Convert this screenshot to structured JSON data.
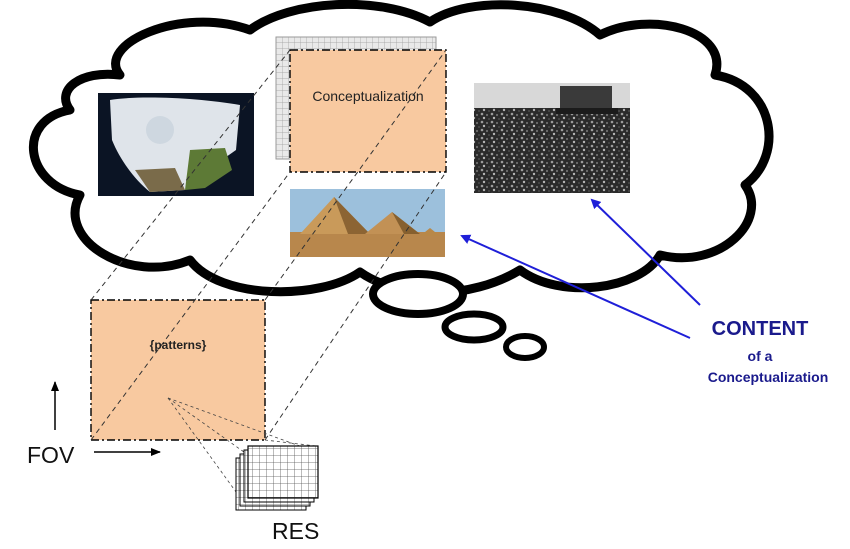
{
  "diagram": {
    "conceptualization_label": "Conceptualization",
    "patterns_label": "{patterns}",
    "fov_label": "FOV",
    "res_label": "RES",
    "content_callout": {
      "title": "CONTENT",
      "of_a": "of a",
      "subject": "Conceptualization"
    }
  },
  "colors": {
    "concept_box_fill": "#f8c9a0",
    "arrow": "#1f1fd8",
    "callout_text": "#1a1a8c",
    "cloud_stroke": "#000000"
  },
  "images": {
    "map": "map-of-north-america-photo",
    "crowd": "crowd-photo",
    "pyramids": "pyramids-photo"
  }
}
